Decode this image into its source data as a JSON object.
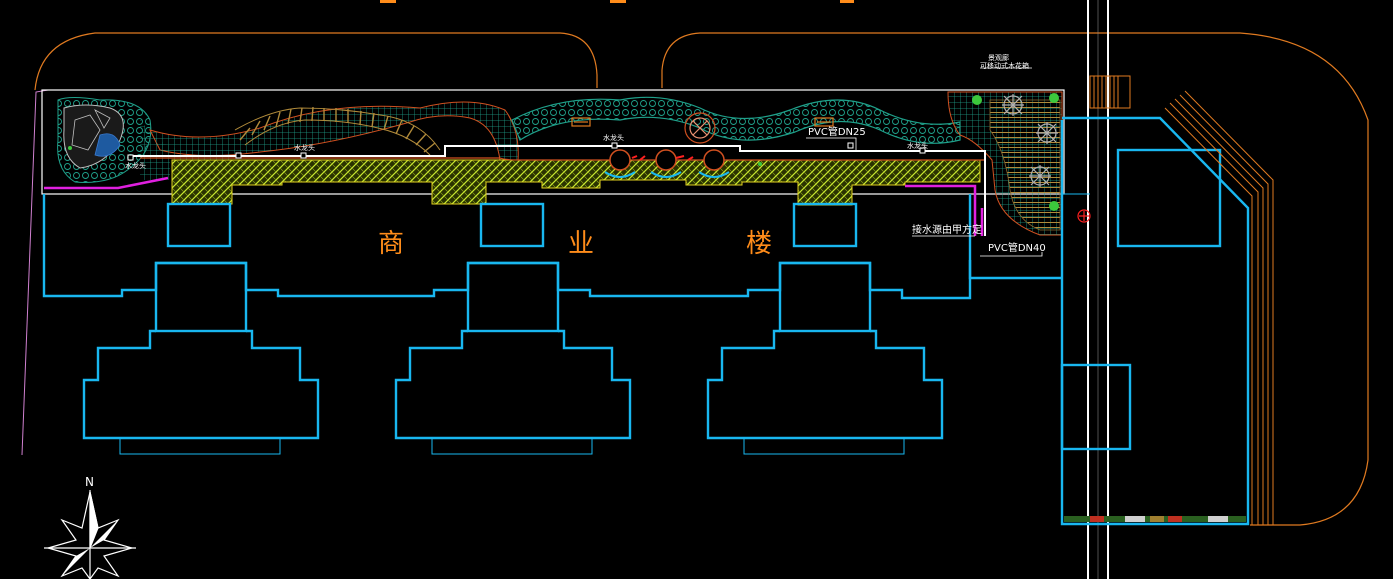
{
  "building_label_chars": [
    "商",
    "业",
    "楼"
  ],
  "annotations": {
    "faucet": "水龙头",
    "pvc_dn25": "PVC管DN25",
    "pvc_dn40": "PVC管DN40",
    "water_source": "接水源由甲方定",
    "pavilion_title": "景观廊",
    "pavilion_sub": "可移动式木花箱"
  },
  "north_arrow": "N",
  "colors": {
    "background": "#000000",
    "building_outline": "#19b7f0",
    "boundary": "#e07a20",
    "pipe": "#ffffff",
    "paving": "#c8e830",
    "grass_mesh": "#1fa08a",
    "label_orange": "#ff8c1a",
    "magenta": "#e020e0",
    "wood_deck": "#b08a3a"
  },
  "icons": {
    "compass": "north-arrow-icon",
    "fountain": "round-fountain-icon",
    "tree": "tree-symbol-icon",
    "parasol": "parasol-table-icon",
    "hydrant": "hydrant-icon"
  }
}
